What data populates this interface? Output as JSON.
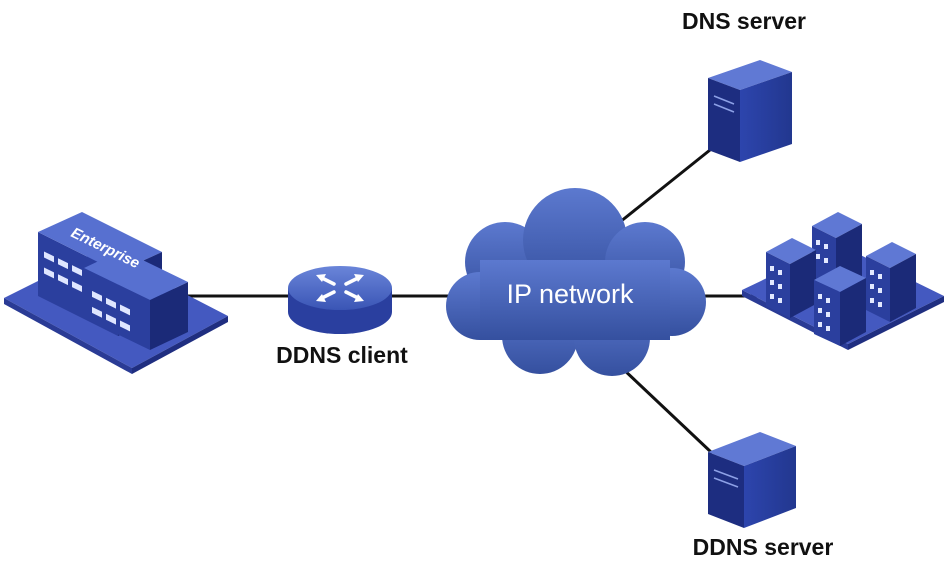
{
  "labels": {
    "dns_server": "DNS server",
    "ddns_client": "DDNS client",
    "ddns_server": "DDNS server",
    "ip_network": "IP network",
    "enterprise_sign": "Enterprise"
  },
  "colors": {
    "device_blue": "#2b3f9e",
    "device_dark": "#1b2a78",
    "device_light": "#4a63c8",
    "cloud_blue": "#3d5db8",
    "link": "#111111",
    "label_text": "#111111"
  },
  "icons": {
    "enterprise": "enterprise-building-icon",
    "router": "router-icon",
    "cloud": "cloud-icon",
    "dns_server": "server-tower-icon",
    "ddns_server": "server-tower-icon",
    "buildings": "building-cluster-icon"
  }
}
